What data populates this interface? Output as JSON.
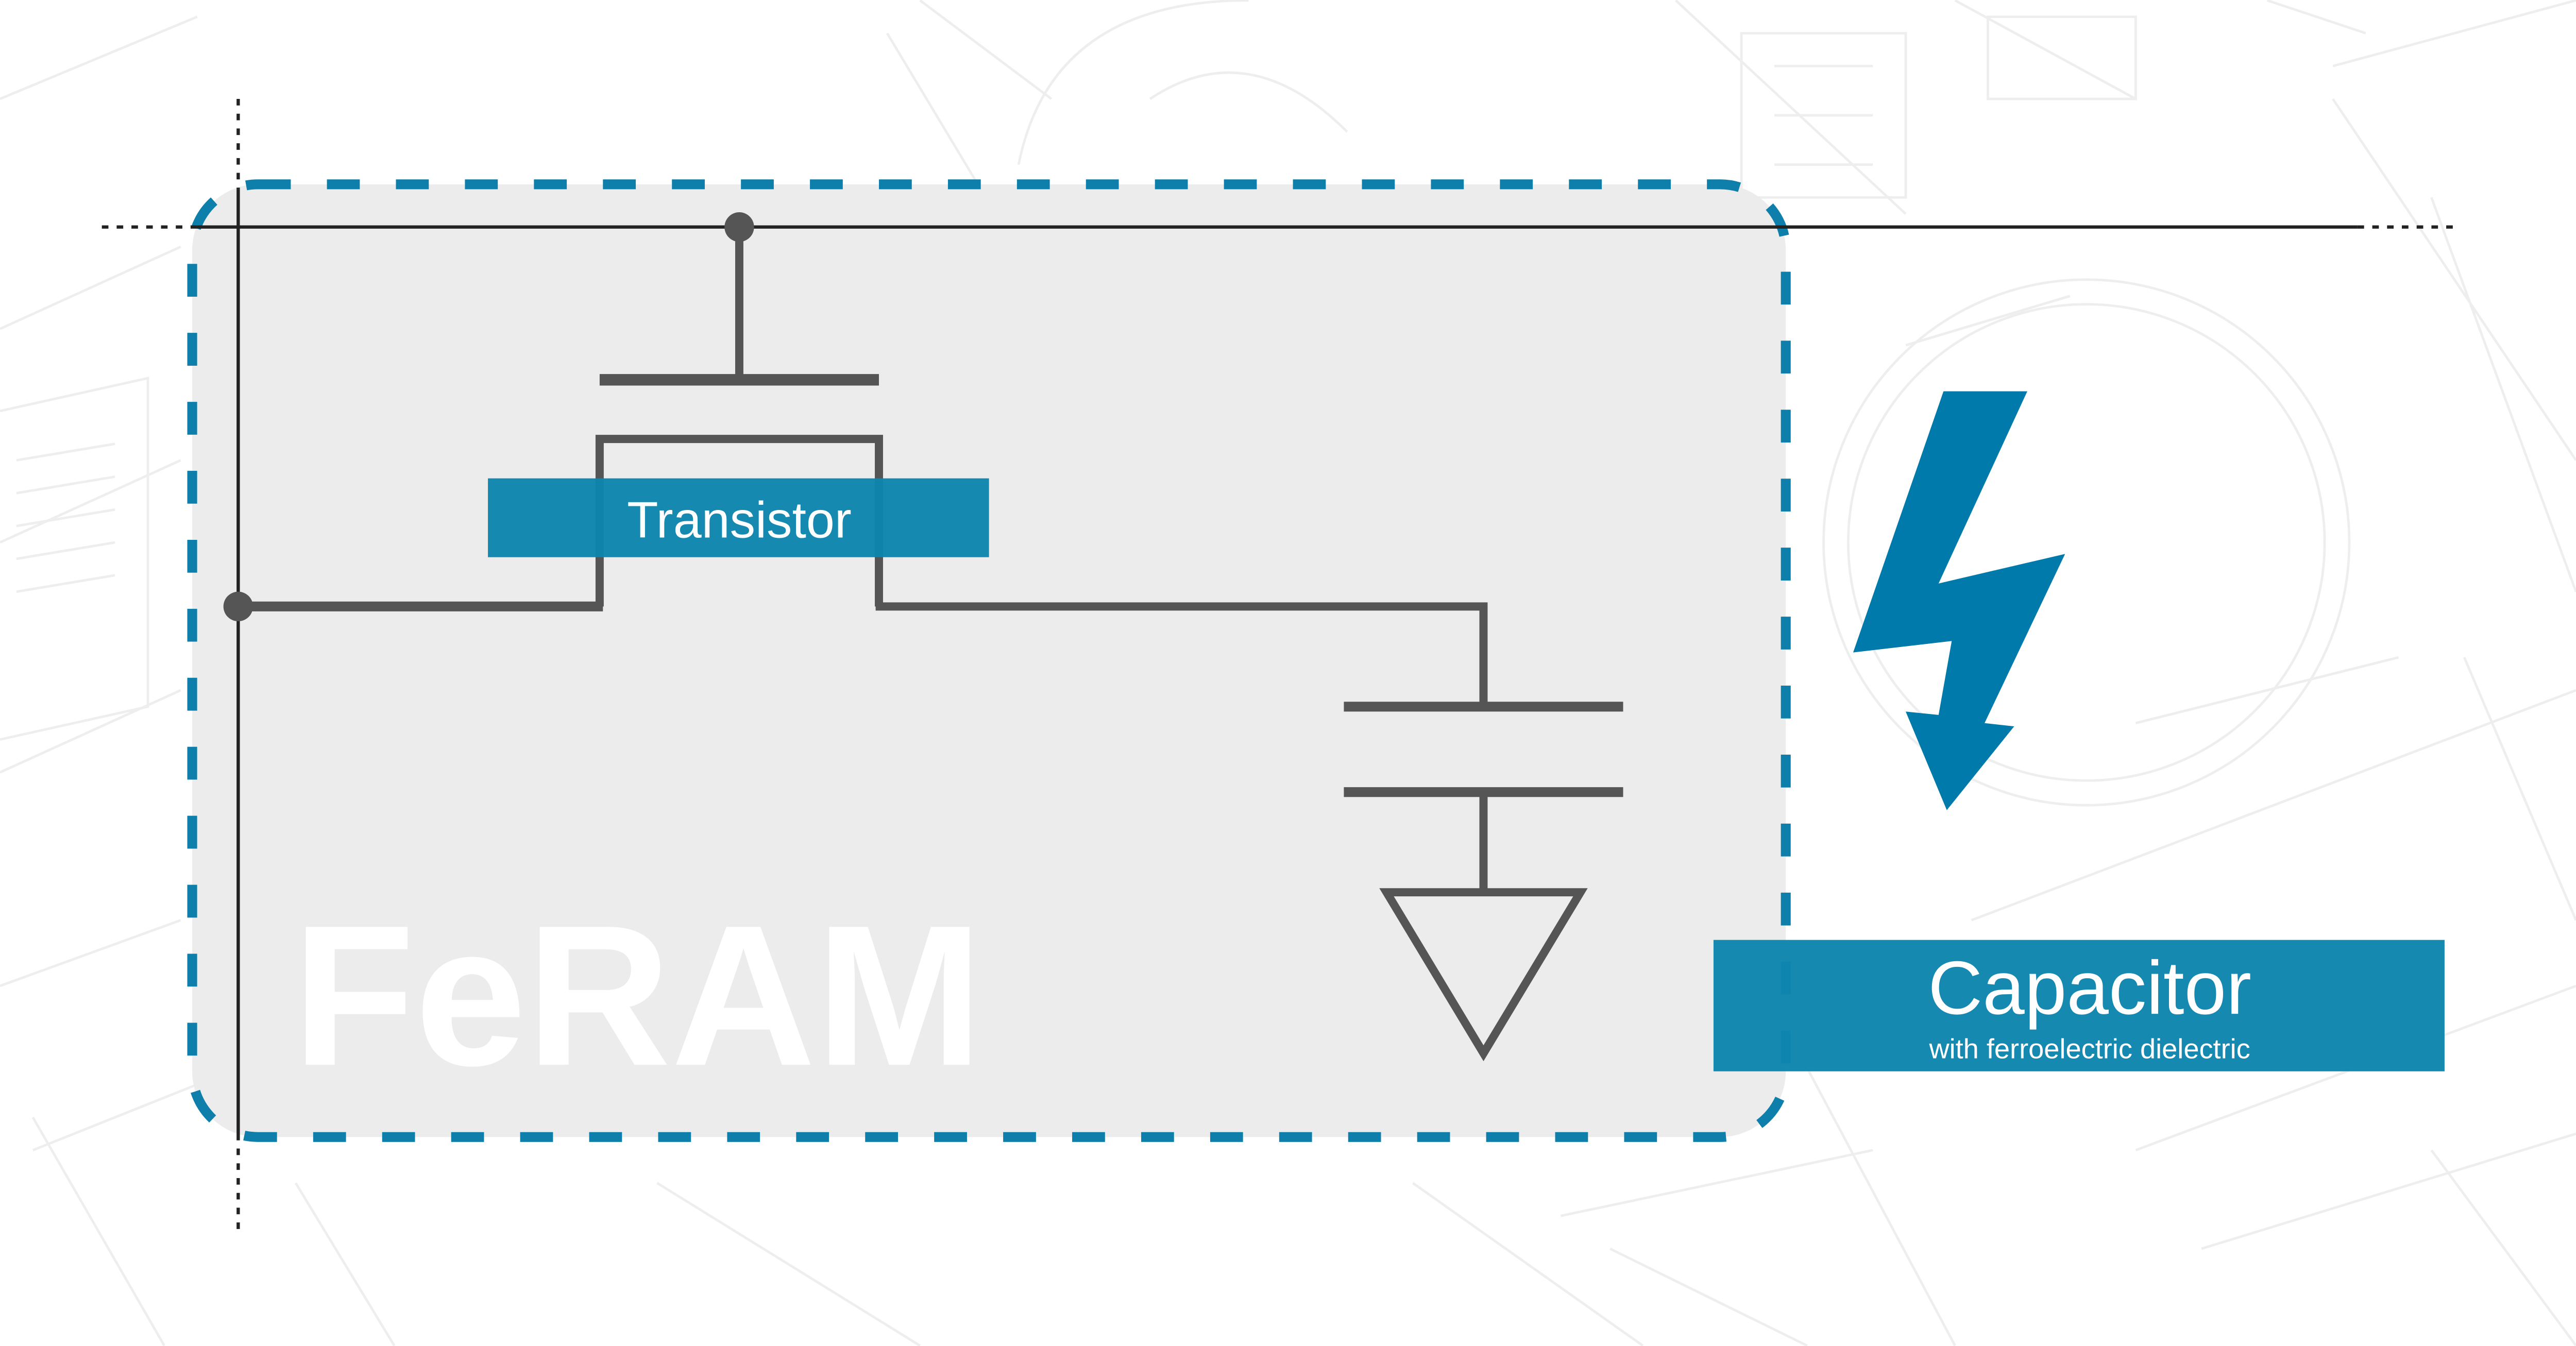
{
  "title": "FeRAM",
  "labels": {
    "transistor": "Transistor",
    "capacitor": "Capacitor",
    "capacitor_subtitle": "with ferroelectric dielectric"
  },
  "icons": [
    "lightning-bolt-icon",
    "ground-symbol-icon"
  ],
  "colors": {
    "accent": "#0e85ae",
    "bolt": "#007aab",
    "wire": "#555555",
    "panel": "#ececec"
  }
}
